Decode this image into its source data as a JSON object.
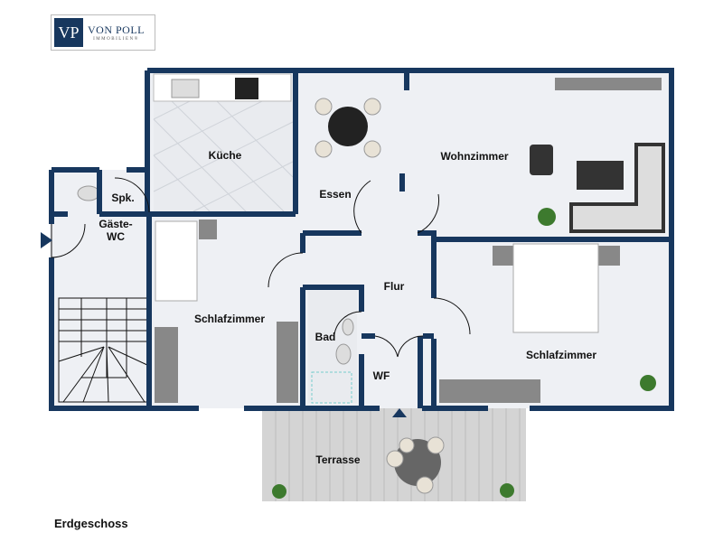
{
  "logo": {
    "mark": "VP",
    "name": "VON POLL",
    "sub": "IMMOBILIEN®"
  },
  "rooms": {
    "kueche": "Küche",
    "spk": "Spk.",
    "gaeste_wc_1": "Gäste-",
    "gaeste_wc_2": "WC",
    "essen": "Essen",
    "wohnzimmer": "Wohnzimmer",
    "flur": "Flur",
    "schlafzimmer_left": "Schlafzimmer",
    "bad": "Bad",
    "wf": "WF",
    "schlafzimmer_right": "Schlafzimmer",
    "terrasse": "Terrasse"
  },
  "floor_label": "Erdgeschoss",
  "colors": {
    "wall": "#17375e",
    "floor": "#eef0f4",
    "terrace": "#cfcfcf"
  }
}
